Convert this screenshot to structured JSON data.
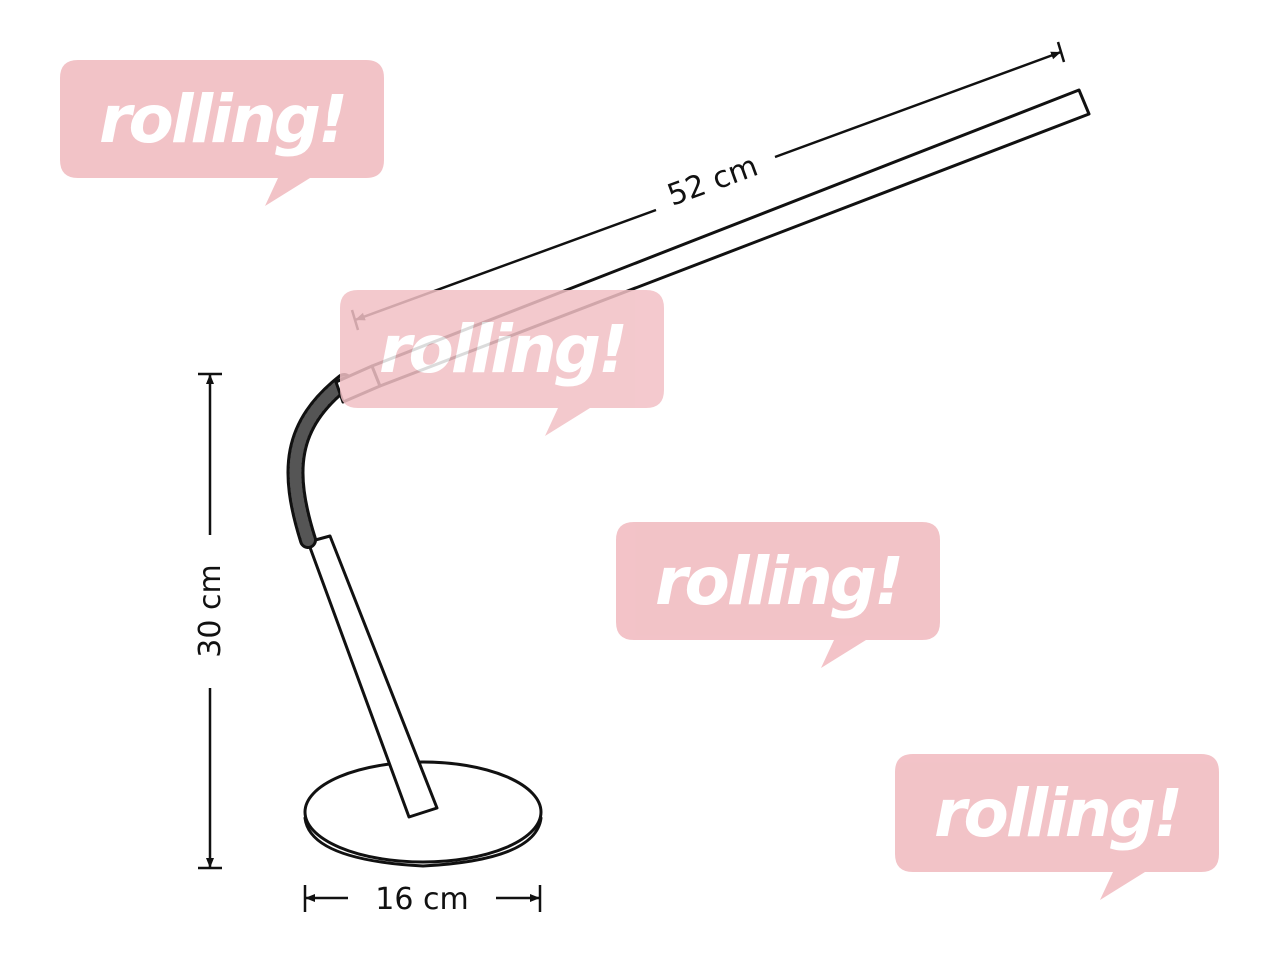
{
  "diagram": {
    "subject": "desk lamp dimensions",
    "dimensions": {
      "arm_length": "52 cm",
      "height": "30 cm",
      "base_width": "16 cm"
    }
  },
  "watermark": {
    "text": "rolling!",
    "color": "#f2c0c5",
    "text_color": "#ffffff"
  },
  "colors": {
    "line": "#111111",
    "background": "#ffffff"
  }
}
